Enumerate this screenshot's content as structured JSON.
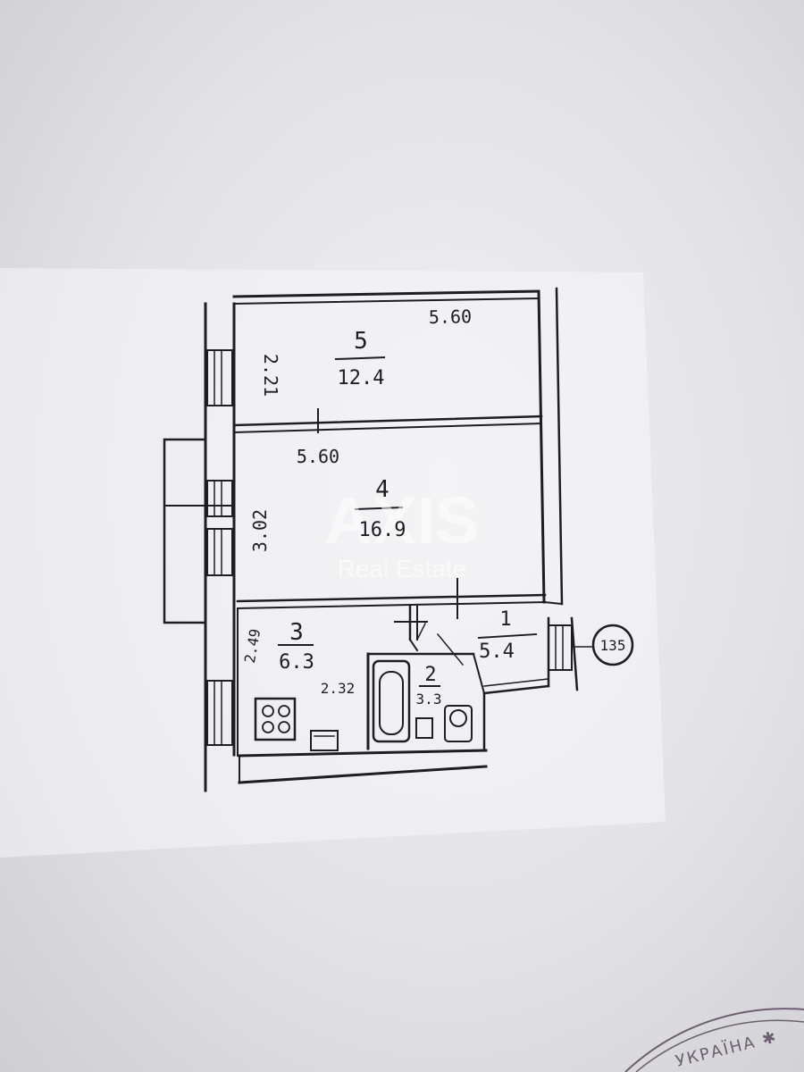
{
  "rooms": [
    {
      "number": "5",
      "area": "12.4",
      "width": "5.60",
      "depth": "2.21"
    },
    {
      "number": "4",
      "area": "16.9",
      "width": "5.60",
      "depth": "3.02"
    },
    {
      "number": "3",
      "area": "6.3",
      "width": "2.32",
      "depth": "2.49"
    },
    {
      "number": "2",
      "area": "3.3"
    },
    {
      "number": "1",
      "area": "5.4"
    }
  ],
  "entrance_marker": "135",
  "watermark": {
    "brand": "AXIS",
    "subtitle": "Real Estate"
  },
  "stamp_text": "УКРАЇНА ✱"
}
